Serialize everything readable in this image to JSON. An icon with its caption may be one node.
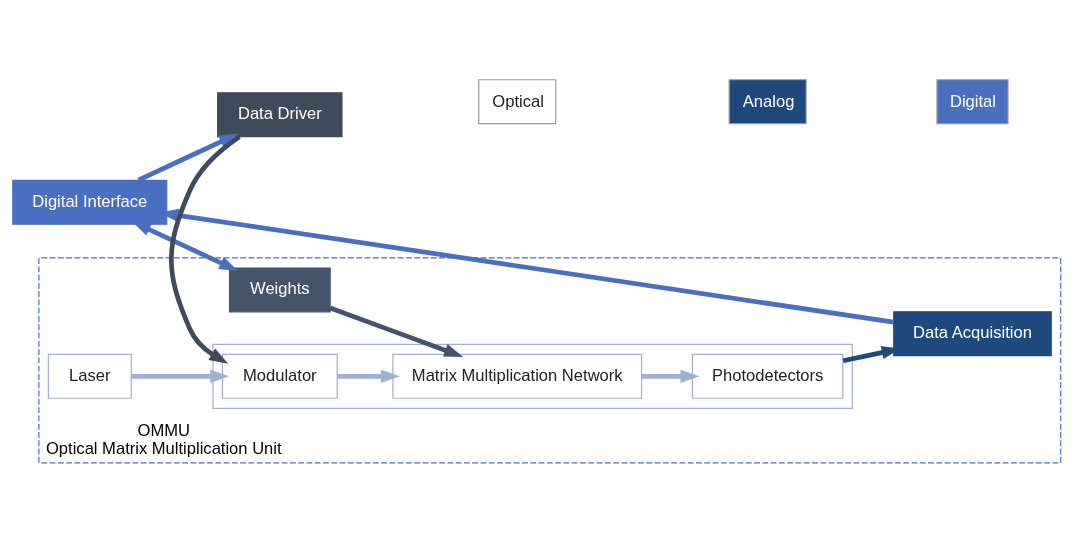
{
  "diagram": {
    "nodes": [
      {
        "text": [
          "OMMU",
          "Optical Matrix Multiplication Unit"
        ]
      },
      {
        "text": [
          "Digital Interface"
        ]
      },
      {
        "text": [
          "Data Driver"
        ]
      },
      {
        "text": [
          "Weights"
        ],
        "in": 0
      },
      {
        "text": [],
        "shape": "box",
        "in": 0
      },
      {
        "text": [
          "Modulator"
        ],
        "in": 4
      },
      {
        "text": [
          "Matrix Multiplication Network"
        ],
        "in": 4
      },
      {
        "text": [
          "Photodetectors"
        ],
        "in": 4
      },
      {
        "text": [
          "Laser"
        ],
        "in": 0
      },
      {
        "text": [
          "Data Acquisition"
        ],
        "in": 0
      }
    ],
    "edges": [
      {
        "from": 1,
        "to": 2,
        "arrow": "to",
        "color": "#4a6ec0"
      },
      {
        "from": 2,
        "to": 5,
        "arrow": "to",
        "color": "#3f4b5b"
      },
      {
        "from": 5,
        "to": 6,
        "arrow": "to"
      },
      {
        "from": 6,
        "to": 7,
        "arrow": "to"
      },
      {
        "from": 8,
        "to": 5,
        "arrow": "to"
      },
      {
        "from": 3,
        "to": 6,
        "arrow": "to",
        "color": "#44546a"
      },
      {
        "from": 7,
        "to": 9,
        "arrow": "to",
        "color": "#1f497d"
      },
      {
        "from": 9,
        "to": 1,
        "arrow": "to",
        "color": "#4a6ec0"
      },
      {
        "from": 1,
        "to": 3,
        "arrow": "both",
        "color": "#4a6ec0"
      }
    ],
    "legend": [
      {
        "text": "Optical",
        "color": "#ffffff"
      },
      {
        "text": "Analog",
        "color": "#1f497d"
      },
      {
        "text": "Digital",
        "color": "#4a6ec0"
      }
    ]
  }
}
